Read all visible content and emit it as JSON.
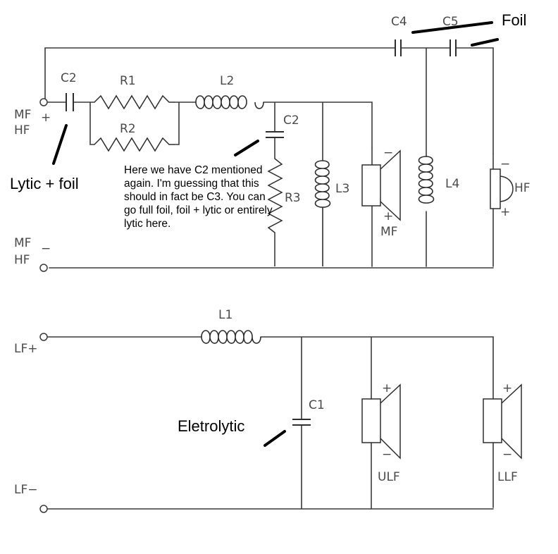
{
  "annotations": {
    "foil": "Foil",
    "lytic_foil": "Lytic + foil",
    "electrolytic": "Eletrolytic",
    "note": "Here we have C2 mentioned again. I'm guessing that this should in fact be C3. You can go full foil, foil + lytic or entirely lytic here."
  },
  "components": {
    "c1": "C1",
    "c2": "C2",
    "c2_second": "C2",
    "c4": "C4",
    "c5": "C5",
    "r1": "R1",
    "r2": "R2",
    "r3": "R3",
    "l1": "L1",
    "l2": "L2",
    "l3": "L3",
    "l4": "L4"
  },
  "terminals": {
    "mf": "MF",
    "hf": "HF",
    "lf": "LF",
    "plus": "+",
    "minus": "−",
    "lf_plus": "LF+",
    "lf_minus": "LF−"
  },
  "speakers": {
    "mf": "MF",
    "hf": "HF",
    "ulf": "ULF",
    "llf": "LLF"
  }
}
